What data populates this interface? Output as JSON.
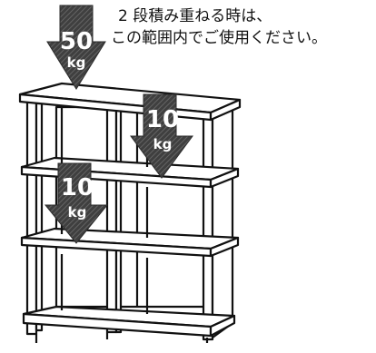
{
  "caution_note": {
    "line1": "2 段積み重ねる時は、",
    "line2": "この範囲内でご使用ください。"
  },
  "load_labels": [
    {
      "name": "top-load",
      "value": "50",
      "unit": "kg"
    },
    {
      "name": "upper-shelf-load",
      "value": "10",
      "unit": "kg"
    },
    {
      "name": "middle-shelf-load",
      "value": "10",
      "unit": "kg"
    }
  ],
  "colors": {
    "outline": "#111111",
    "arrow_fill": "#4a4a4a",
    "arrow_text": "#ffffff",
    "background": "#ffffff"
  }
}
